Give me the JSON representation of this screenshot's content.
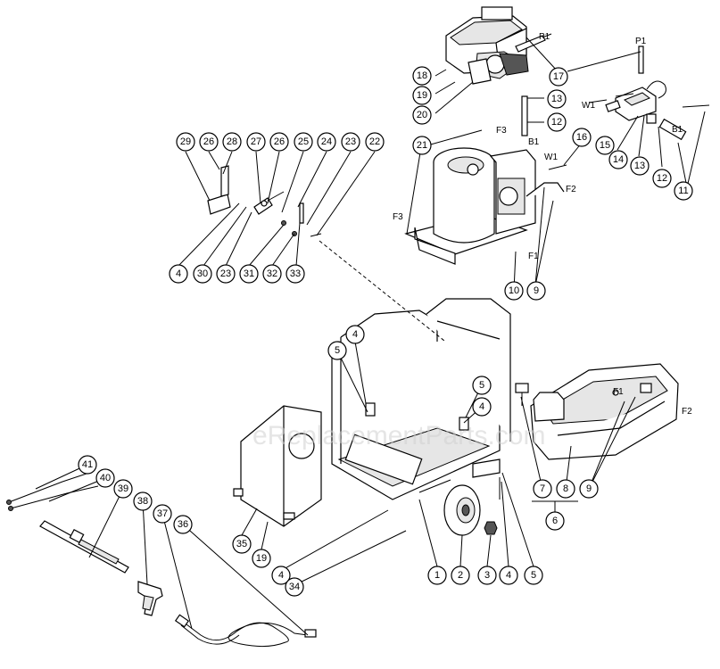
{
  "watermark": "eReplacementParts.com",
  "callouts": [
    "1",
    "2",
    "3",
    "4",
    "5",
    "6",
    "7",
    "8",
    "9",
    "10",
    "11",
    "12",
    "13",
    "14",
    "15",
    "16",
    "17",
    "18",
    "19",
    "20",
    "21",
    "22",
    "23",
    "24",
    "25",
    "26",
    "27",
    "28",
    "29",
    "30",
    "31",
    "32",
    "33",
    "34",
    "35",
    "36",
    "37",
    "38",
    "39",
    "40",
    "41"
  ],
  "connection_labels": [
    "P1",
    "W1",
    "B1",
    "F1",
    "F2",
    "F3"
  ]
}
